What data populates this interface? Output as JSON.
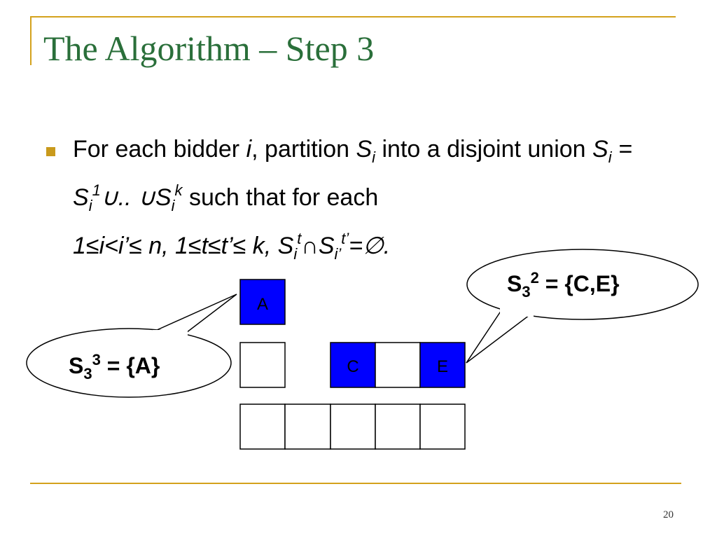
{
  "slide": {
    "title": "The Algorithm – Step 3",
    "page_number": "20"
  },
  "bullet": {
    "t1": "For each bidder ",
    "i1": "i",
    "t2": ", partition ",
    "s1": "S",
    "s1_sub": "i",
    "t3": " into a disjoint union ",
    "s2": "S",
    "s2_sub": "i",
    "eq": " = ",
    "s3": "S",
    "s3_sub": "i",
    "s3_sup": "1",
    "dots": "∪.. ∪",
    "s4": "S",
    "s4_sub": "i",
    "s4_sup": "k",
    "t4": " such that for each ",
    "cond": "1≤i<i’≤ n, 1≤t≤t’≤ k, ",
    "s5": "S",
    "s5_sub": "i",
    "s5_sup": "t",
    "cap": "∩",
    "s6": "S",
    "s6_sub": "i’",
    "s6_sup": "t’",
    "end": "=∅."
  },
  "callouts": {
    "left": {
      "base": "S",
      "sub": "3",
      "sup": "3",
      "rest": " = {A}"
    },
    "right": {
      "base": "S",
      "sub": "3",
      "sup": "2",
      "rest": " = {C,E}"
    }
  },
  "cells": {
    "row1": [
      "A"
    ],
    "row2": [
      "",
      "C",
      "",
      "E"
    ],
    "row3": [
      "",
      "",
      "",
      "",
      ""
    ]
  },
  "colors": {
    "title": "#2a6f3a",
    "accent": "#d4a21d",
    "highlight": "#0000ff"
  }
}
